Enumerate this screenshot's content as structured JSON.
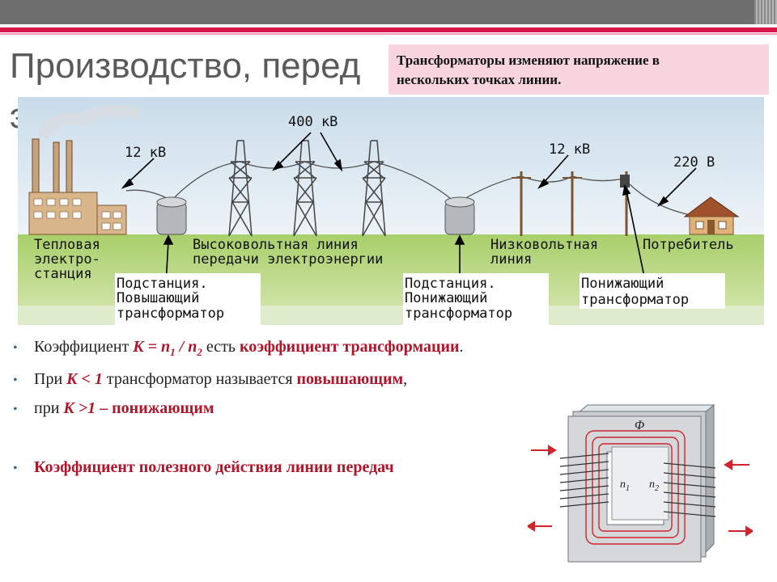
{
  "title": {
    "line1": "Производство, перед",
    "line2": "э"
  },
  "callout": {
    "line1": "Трансформаторы изменяют напряжение в",
    "line2": "нескольких точках линии."
  },
  "scene": {
    "voltage_400": "400 кВ",
    "voltage_12_left": "12 кВ",
    "voltage_12_right": "12 кВ",
    "voltage_220": "220 В",
    "plant": [
      "Тепловая",
      "электро-",
      "станция"
    ],
    "hv_line": [
      "Высоковольтная линия",
      "передачи электроэнергии"
    ],
    "lv_line": [
      "Низковольтная",
      "линия"
    ],
    "consumer": "Потребитель",
    "sub_up": [
      "Подстанция.",
      "Повышающий",
      "трансформатор"
    ],
    "sub_down": [
      "Подстанция.",
      "Понижающий",
      "трансформатор"
    ],
    "step_down": [
      "Понижающий",
      "трансформатор"
    ]
  },
  "bullets": {
    "b1": {
      "pre": "Коэффициент ",
      "formula": "K = n",
      "sub1": "1",
      "slash": " / n",
      "sub2": "2",
      "mid": " есть ",
      "term": "коэффициент трансформации",
      "end": "."
    },
    "b2": {
      "pre": "При ",
      "cond": "K < 1",
      "mid": " трансформатор называется ",
      "term": "повышающим",
      "end": ","
    },
    "b3": {
      "pre": "при ",
      "cond": "K >1",
      "dash": " – ",
      "term": "понижающим"
    },
    "b4": {
      "term": "Коэффициент полезного действия линии передач"
    }
  },
  "transformer": {
    "phi": "Φ",
    "n1": "n",
    "n1_sub": "1",
    "n2": "n",
    "n2_sub": "2"
  },
  "colors": {
    "accent_red": "#b0152a",
    "bar_red": "#d6154b",
    "callout_bg": "#f7d6e0",
    "bullet_blue": "#2a6fb0"
  }
}
